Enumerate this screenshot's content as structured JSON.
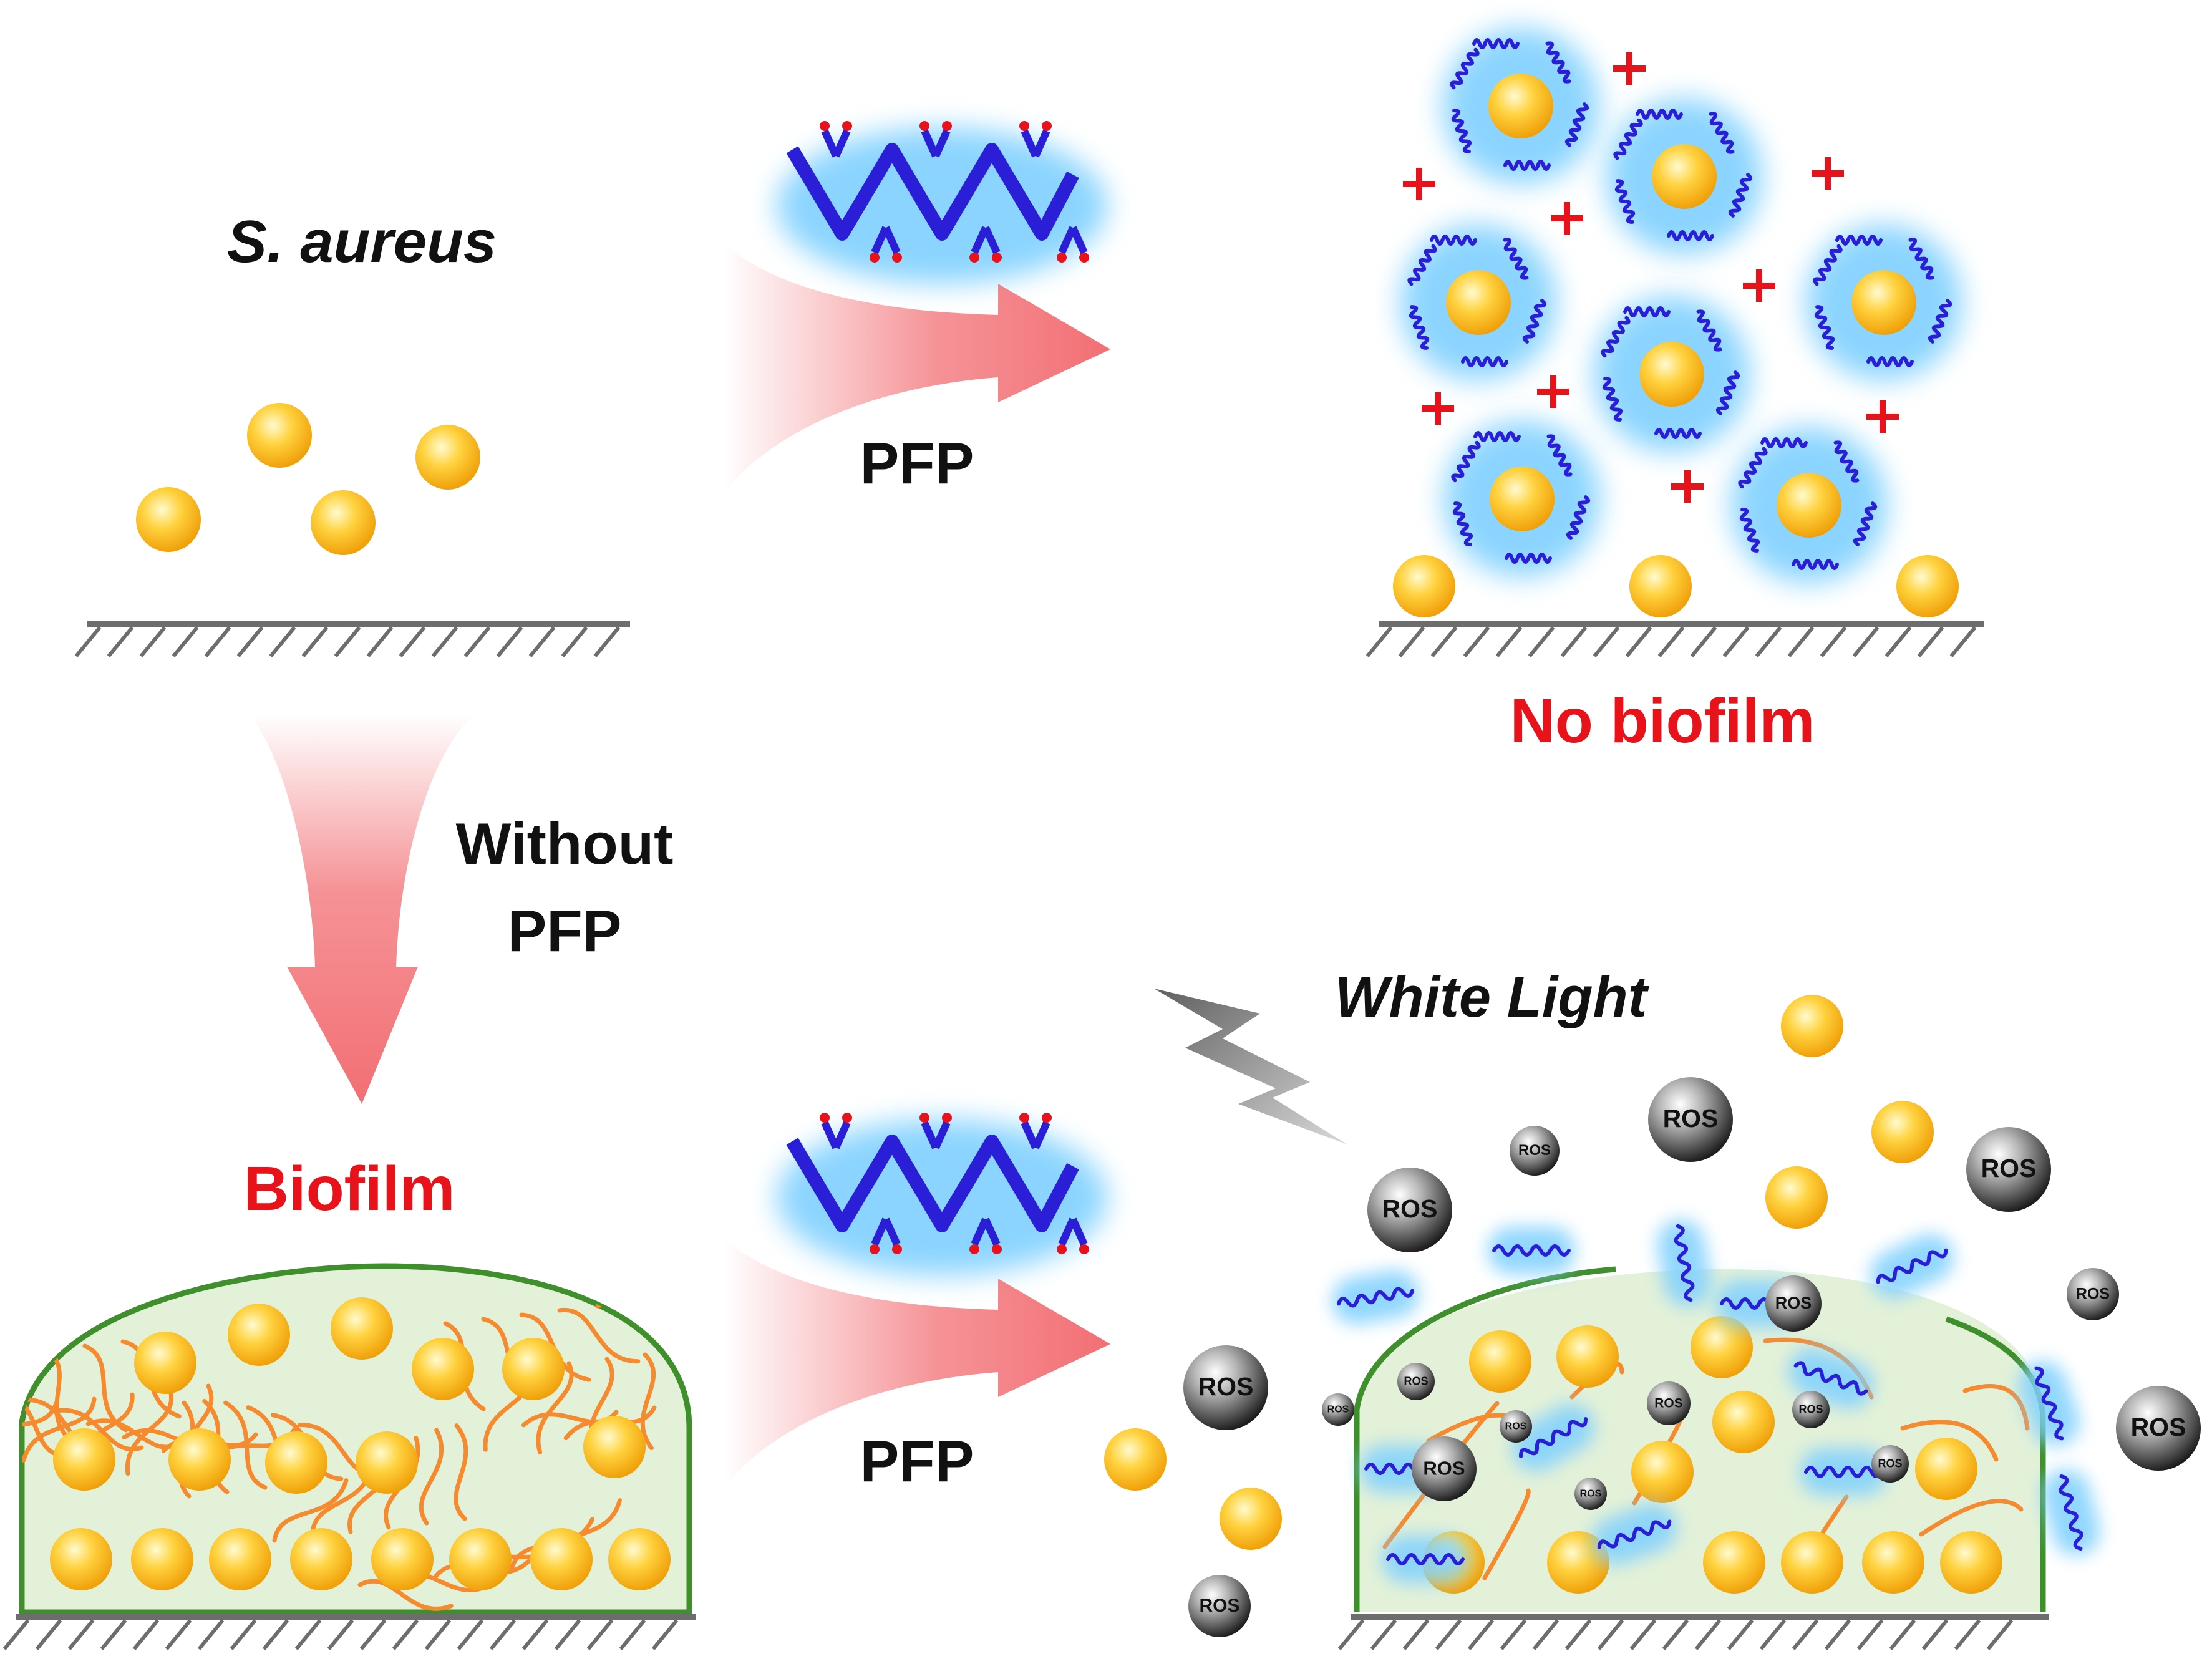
{
  "labels": {
    "organism": "S. aureus",
    "reagent_top": "PFP",
    "reagent_bottom": "PFP",
    "without": "Without",
    "without_reagent": "PFP",
    "no_biofilm": "No biofilm",
    "biofilm": "Biofilm",
    "light": "White Light",
    "ros": "ROS"
  },
  "colors": {
    "highlight": "#e8121a",
    "text": "#111111",
    "bacteria": "#f6b21a",
    "polymer": "#2a1fd6",
    "glow": "#7fd0ff",
    "matrix_fill": "#e3f1d8",
    "matrix_border": "#3f8f2c",
    "eps_fiber": "#f58a2e",
    "arrow": "#f26f74",
    "surface": "#6d6d6d",
    "ros_sphere": "#3b3b3b",
    "lightning": "#9a9a9a"
  },
  "icons": [
    "bacterium",
    "polymer-chain",
    "ros-sphere",
    "lightning-bolt",
    "surface-hatch",
    "arrow"
  ]
}
